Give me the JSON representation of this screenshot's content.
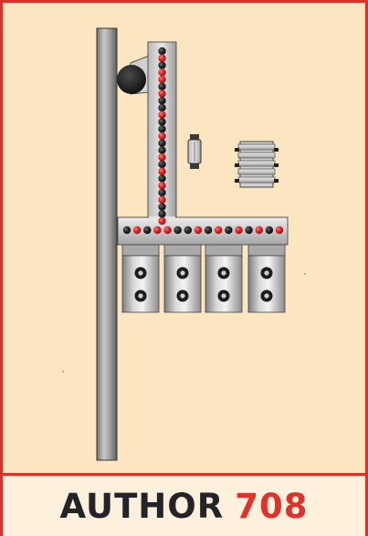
{
  "title": {
    "word": "AUTHOR",
    "number": "708"
  },
  "colors": {
    "frame": "#d9322b",
    "background": "#fce6c2",
    "title_band": "#fdf0dc",
    "title_text": "#232328",
    "title_number": "#e0322b",
    "metal_light": "#e4e4e4",
    "metal_dark": "#8a8a8a",
    "dot_red": "#e0262a",
    "dot_black": "#2a2a2a"
  },
  "artwork": {
    "vertical_dot_pattern": [
      "black",
      "red",
      "black",
      "red",
      "red",
      "black",
      "red",
      "black",
      "black",
      "red",
      "black",
      "black",
      "red",
      "black",
      "black",
      "red",
      "black",
      "red",
      "black",
      "red",
      "black",
      "red",
      "black",
      "black",
      "red"
    ],
    "horizontal_dot_pattern": [
      "black",
      "red",
      "black",
      "red",
      "red",
      "black",
      "black",
      "red",
      "black",
      "red",
      "black",
      "red",
      "black",
      "red",
      "black",
      "red"
    ],
    "module_count": 4
  }
}
